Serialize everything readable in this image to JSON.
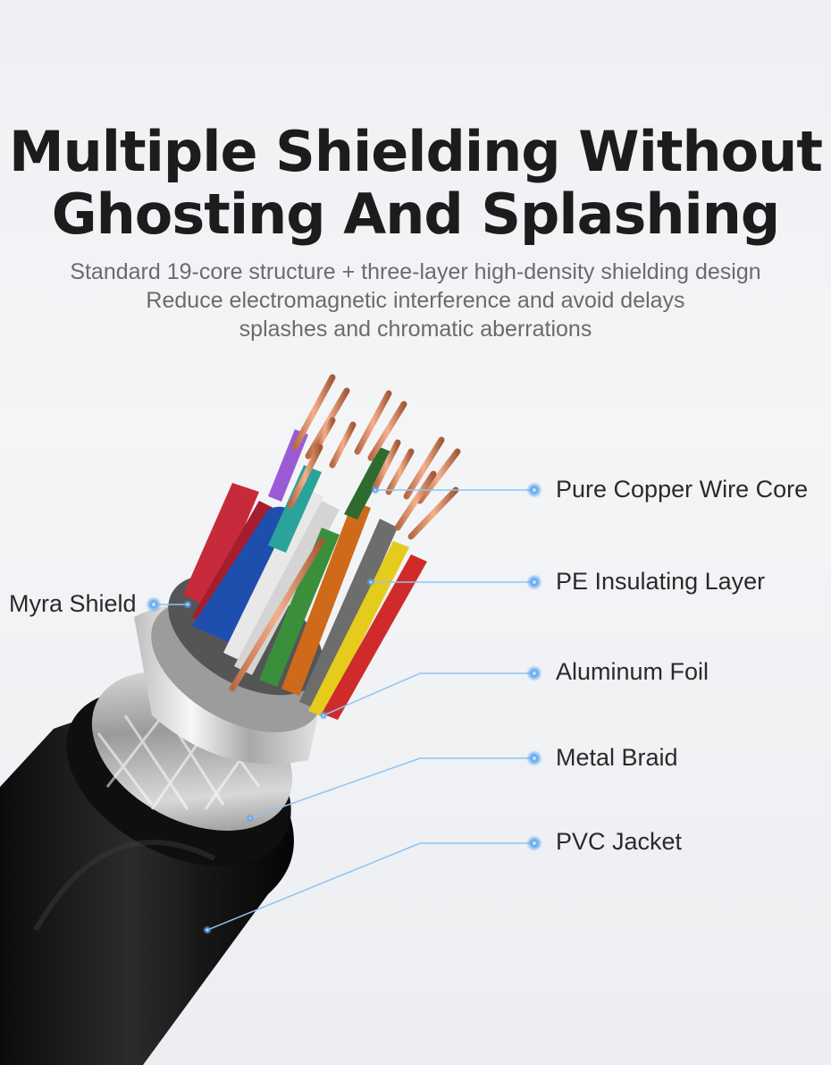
{
  "title": {
    "line1": "Multiple Shielding Without",
    "line2": "Ghosting And Splashing"
  },
  "subtitle": {
    "line1": "Standard 19-core structure + three-layer high-density shielding design",
    "line2": "Reduce electromagnetic interference and avoid delays",
    "line3": "splashes and chromatic aberrations"
  },
  "callouts": {
    "myra_shield": "Myra Shield",
    "pure_copper": "Pure Copper Wire Core",
    "pe_insulating": "PE Insulating Layer",
    "aluminum_foil": "Aluminum Foil",
    "metal_braid": "Metal Braid",
    "pvc_jacket": "PVC Jacket"
  },
  "colors": {
    "callout_dot": "#5aa6f0",
    "callout_line": "#8fc3f2",
    "jacket": "#141414",
    "copper": "#e2906a"
  }
}
